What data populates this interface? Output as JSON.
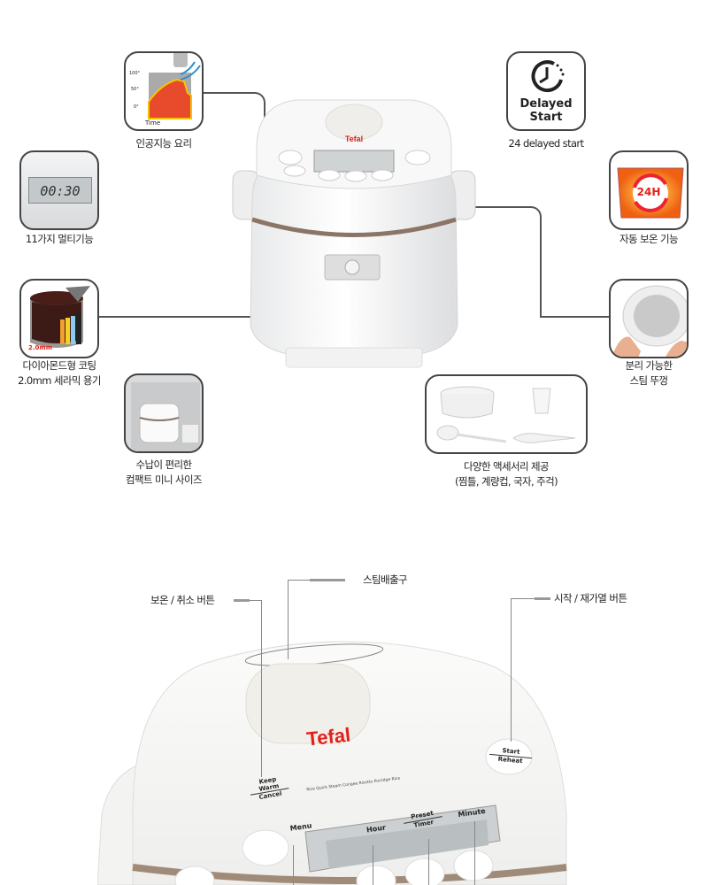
{
  "features": {
    "ai_cooking": {
      "label": "인공지능 요리",
      "chart_axis": [
        "100°",
        "50°",
        "0°"
      ],
      "chart_x": "Time"
    },
    "multi_function": {
      "label": "11가지 멀티기능",
      "display": "00:30"
    },
    "coating": {
      "line1": "다이아몬드형 코팅",
      "line2": "2.0mm 세라믹 용기",
      "thickness": "2.0mm"
    },
    "compact": {
      "line1": "수납이 편리한",
      "line2": "컴팩트 미니 사이즈"
    },
    "delayed_start": {
      "icon_line1": "Delayed",
      "icon_line2": "Start",
      "label": "24 delayed start"
    },
    "keep_warm": {
      "label": "자동 보온 기능",
      "badge": "24H"
    },
    "lid": {
      "line1": "분리 가능한",
      "line2": "스팀 뚜껑"
    },
    "accessories": {
      "line1": "다양한 액세서리 제공",
      "line2": "(찜틀, 계량컵, 국자, 주걱)"
    }
  },
  "brand": "Tefal",
  "colors": {
    "brand_red": "#e3211b",
    "band_brown": "#8a7566",
    "border": "#444444"
  },
  "panel": {
    "callouts": {
      "steam_vent": "스팀배출구",
      "keep_warm_cancel": "보온 / 취소 버튼",
      "start_reheat": "시작 / 재가열 버튼"
    },
    "buttons": {
      "keep_warm_1": "Keep",
      "keep_warm_2": "Warm",
      "cancel": "Cancel",
      "menu": "Menu",
      "hour": "Hour",
      "preset": "Preset",
      "timer": "Timer",
      "minute": "Minute",
      "start": "Start",
      "reheat": "Reheat"
    },
    "display_menu": "Rice  Quick  Steam  Congee  Risotto  Porridge  Rice"
  }
}
